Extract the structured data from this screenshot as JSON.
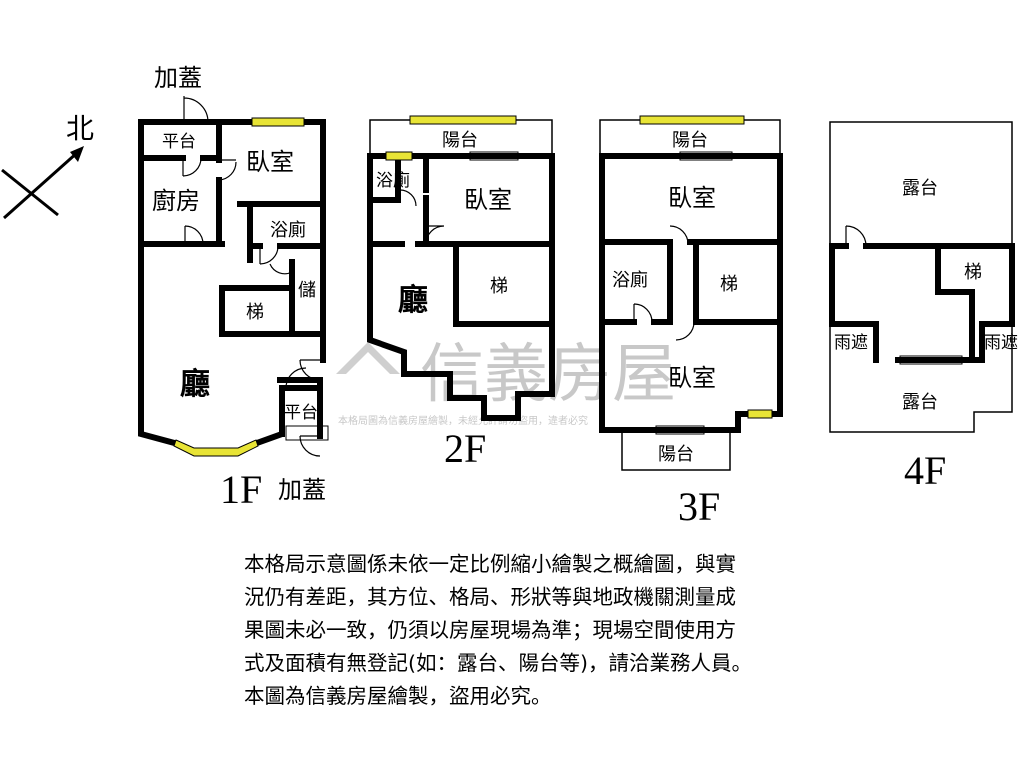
{
  "compass": {
    "label": "北"
  },
  "watermark": {
    "brand": "信義房屋",
    "line": "本格局圖為信義房屋繪製，未經允許請勿盜用，違者必究"
  },
  "floors": {
    "f1": {
      "name": "1F",
      "rooms": {
        "addon_top": "加蓋",
        "platform_top": "平台",
        "bedroom": "臥室",
        "kitchen": "廚房",
        "bath": "浴廁",
        "storage": "儲",
        "stairs": "梯",
        "living": "廳",
        "platform_bottom": "平台",
        "addon_bottom": "加蓋"
      }
    },
    "f2": {
      "name": "2F",
      "rooms": {
        "balcony": "陽台",
        "bath": "浴廁",
        "bedroom": "臥室",
        "stairs": "梯",
        "living": "廳"
      }
    },
    "f3": {
      "name": "3F",
      "rooms": {
        "balcony_top": "陽台",
        "bedroom_top": "臥室",
        "bath": "浴廁",
        "stairs": "梯",
        "bedroom_bottom": "臥室",
        "balcony_bottom": "陽台"
      }
    },
    "f4": {
      "name": "4F",
      "rooms": {
        "terrace_top": "露台",
        "stairs": "梯",
        "canopy_left": "雨遮",
        "canopy_right": "雨遮",
        "terrace_bottom": "露台"
      }
    }
  },
  "disclaimer": [
    "本格局示意圖係未依一定比例縮小繪製之概繪圖，與實",
    "況仍有差距，其方位、格局、形狀等與地政機關測量成",
    "果圖未必一致，仍須以房屋現場為準；現場空間使用方",
    "式及面積有無登記(如：露台、陽台等)，請洽業務人員。",
    "本圖為信義房屋繪製，盜用必究。"
  ]
}
